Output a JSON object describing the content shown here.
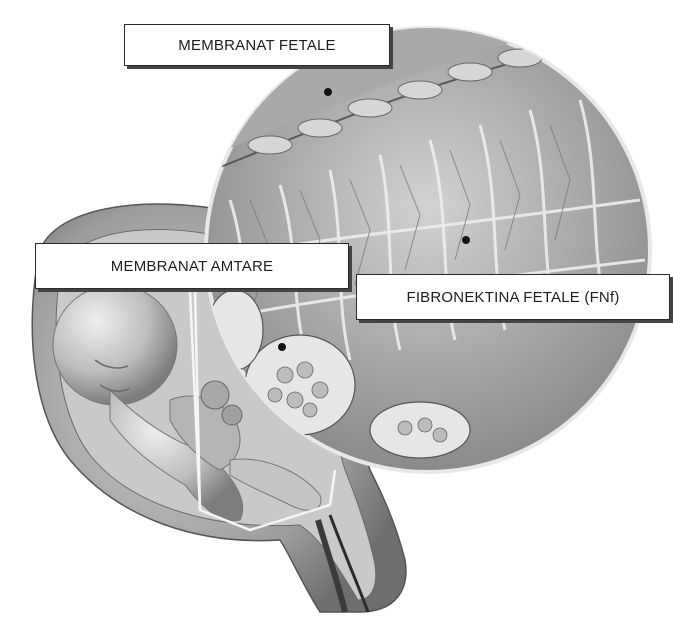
{
  "labels": {
    "fetal_membranes": "MEMBRANAT FETALE",
    "amniotic_membranes": "MEMBRANAT AMTARE",
    "fetal_fibronectin": "FIBRONEKTINA FETALE (FNf)"
  }
}
